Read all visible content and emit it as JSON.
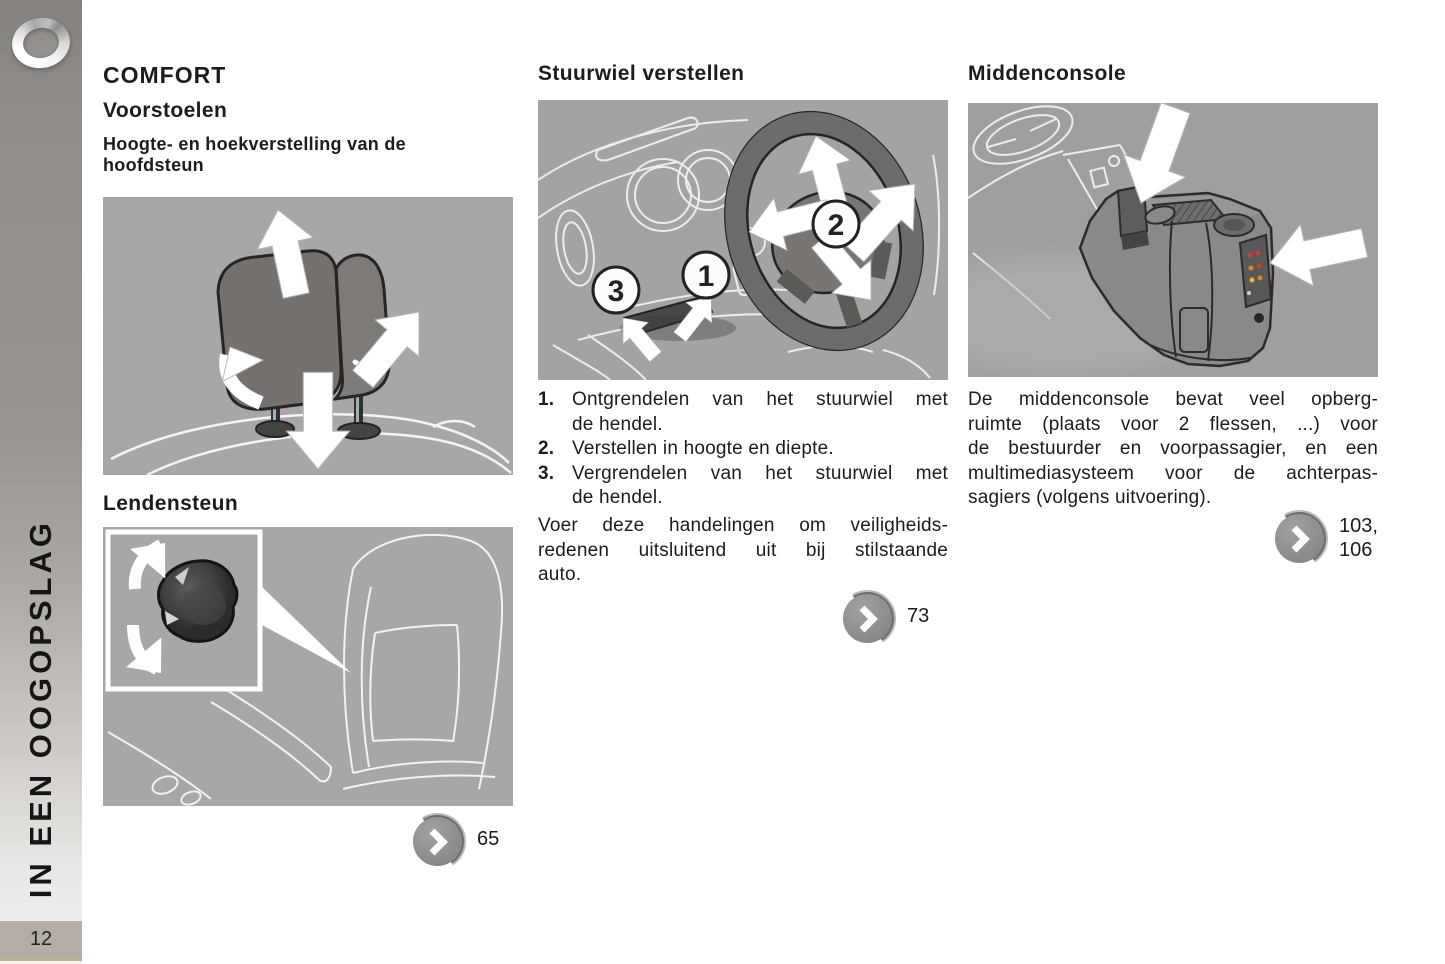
{
  "page": {
    "number": "12",
    "sidebar_label": "IN EEN OOGOPSLAG"
  },
  "comfort": {
    "title": "COMFORT",
    "subtitle": "Voorstoelen",
    "headrest_heading": "Hoogte- en hoekverstelling van de\nhoofdsteun",
    "lumbar_heading": "Lendensteun",
    "see_page": "65"
  },
  "steering": {
    "title": "Stuurwiel verstellen",
    "badges": [
      "1",
      "2",
      "3"
    ],
    "steps": [
      {
        "num": "1.",
        "lines": [
          "Ontgrendelen van het stuurwiel met",
          "de hendel."
        ]
      },
      {
        "num": "2.",
        "lines": [
          "Verstellen in hoogte en diepte."
        ]
      },
      {
        "num": "3.",
        "lines": [
          "Vergrendelen van het stuurwiel met",
          "de hendel."
        ]
      }
    ],
    "note_lines": [
      "Voer deze handelingen om veiligheids-",
      "redenen uitsluitend uit bij stilstaande",
      "auto."
    ],
    "see_page": "73"
  },
  "console": {
    "title": "Middenconsole",
    "body_lines": [
      "De middenconsole bevat veel opberg-",
      "ruimte (plaats voor 2 flessen, ...) voor",
      "de bestuurder en voorpassagier, en een",
      "multimediasysteem voor de achterpas-",
      "sagiers (volgens uitvoering)."
    ],
    "see_pages": "103,\n106"
  },
  "colors": {
    "figure_background": "#a8a7a5",
    "text": "#1d1c1b",
    "sidebar_top": "#858280",
    "page_number_box": "#b3ada5",
    "arrow_white": "#ffffff"
  }
}
